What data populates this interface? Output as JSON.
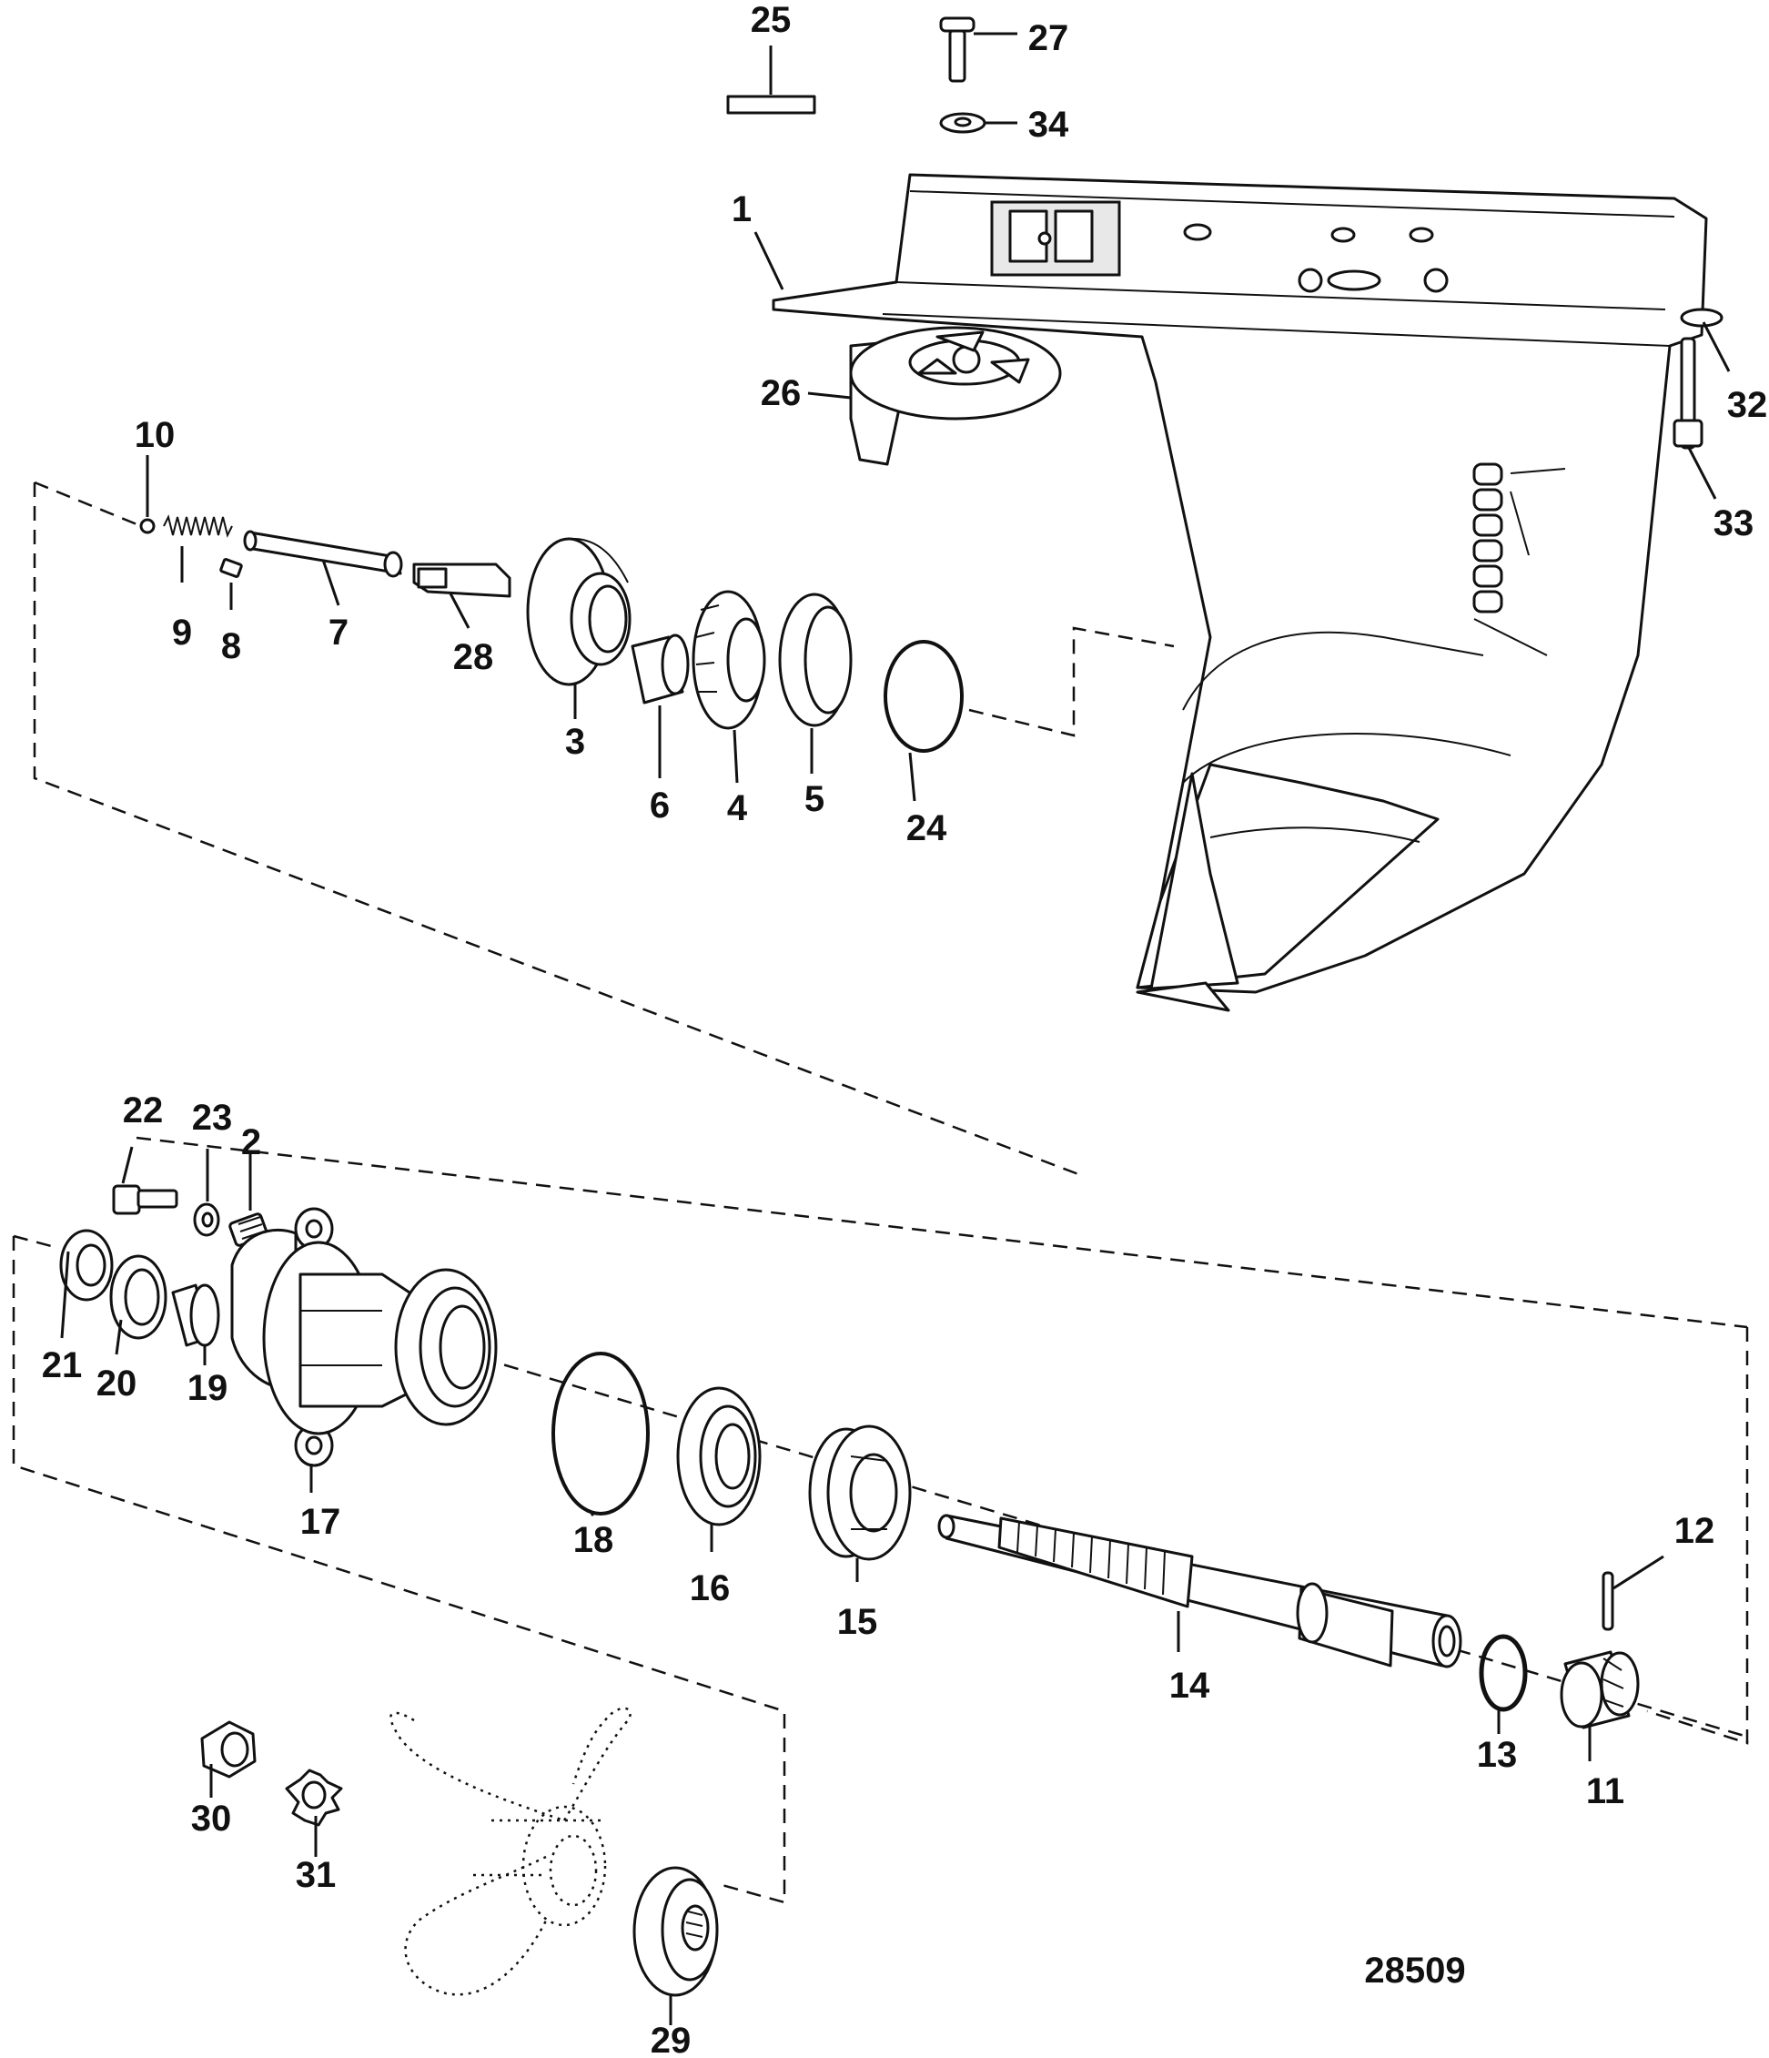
{
  "figure_number": "28509",
  "callouts": [
    {
      "id": "25",
      "label": "25"
    },
    {
      "id": "27",
      "label": "27"
    },
    {
      "id": "34",
      "label": "34"
    },
    {
      "id": "1",
      "label": "1"
    },
    {
      "id": "32",
      "label": "32"
    },
    {
      "id": "26",
      "label": "26"
    },
    {
      "id": "33",
      "label": "33"
    },
    {
      "id": "10",
      "label": "10"
    },
    {
      "id": "9",
      "label": "9"
    },
    {
      "id": "8",
      "label": "8"
    },
    {
      "id": "7",
      "label": "7"
    },
    {
      "id": "28",
      "label": "28"
    },
    {
      "id": "3",
      "label": "3"
    },
    {
      "id": "6",
      "label": "6"
    },
    {
      "id": "4",
      "label": "4"
    },
    {
      "id": "5",
      "label": "5"
    },
    {
      "id": "24",
      "label": "24"
    },
    {
      "id": "22",
      "label": "22"
    },
    {
      "id": "23",
      "label": "23"
    },
    {
      "id": "2",
      "label": "2"
    },
    {
      "id": "21",
      "label": "21"
    },
    {
      "id": "20",
      "label": "20"
    },
    {
      "id": "19",
      "label": "19"
    },
    {
      "id": "17",
      "label": "17"
    },
    {
      "id": "18",
      "label": "18"
    },
    {
      "id": "16",
      "label": "16"
    },
    {
      "id": "15",
      "label": "15"
    },
    {
      "id": "14",
      "label": "14"
    },
    {
      "id": "12",
      "label": "12"
    },
    {
      "id": "13",
      "label": "13"
    },
    {
      "id": "11",
      "label": "11"
    },
    {
      "id": "30",
      "label": "30"
    },
    {
      "id": "31",
      "label": "31"
    },
    {
      "id": "29",
      "label": "29"
    }
  ]
}
